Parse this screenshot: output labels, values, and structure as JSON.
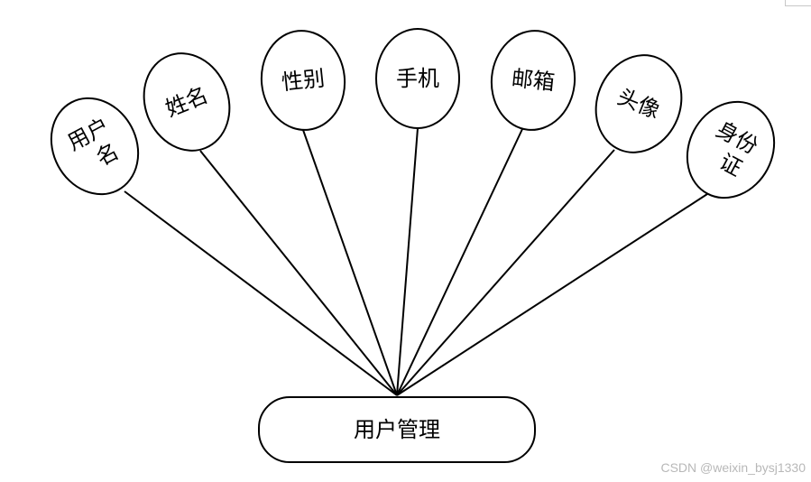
{
  "entity": {
    "label": "用户管理"
  },
  "attributes": [
    {
      "id": "username",
      "lines": [
        "用户",
        "名"
      ]
    },
    {
      "id": "name",
      "lines": [
        "姓名"
      ]
    },
    {
      "id": "gender",
      "lines": [
        "性别"
      ]
    },
    {
      "id": "phone",
      "lines": [
        "手机"
      ]
    },
    {
      "id": "email",
      "lines": [
        "邮箱"
      ]
    },
    {
      "id": "avatar",
      "lines": [
        "头像"
      ]
    },
    {
      "id": "id-card",
      "lines": [
        "身份",
        "证"
      ]
    }
  ],
  "watermark": {
    "text": "CSDN @weixin_bysj1330"
  },
  "colors": {
    "stroke": "#000000",
    "background": "#ffffff",
    "watermark": "#b8b8b8"
  }
}
